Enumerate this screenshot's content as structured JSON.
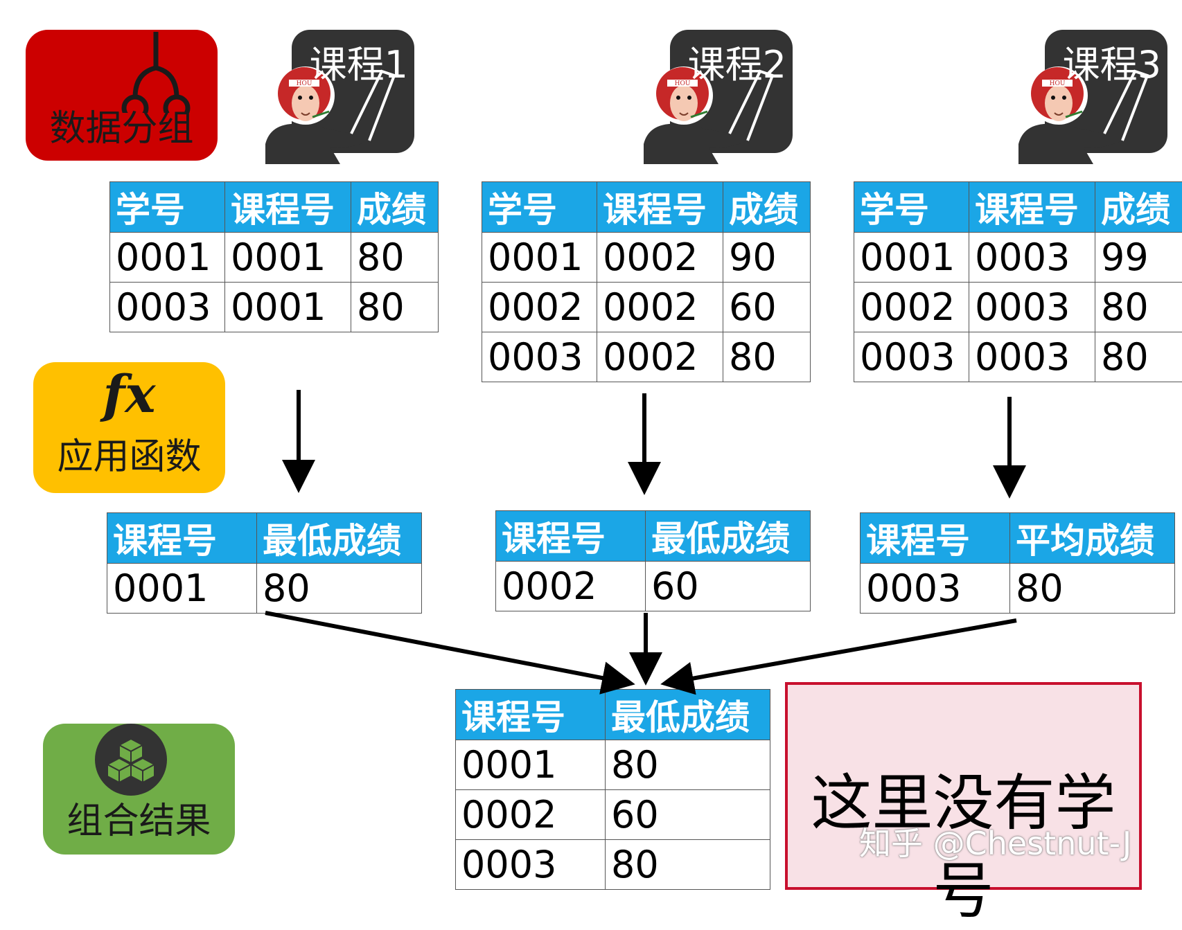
{
  "steps": {
    "group": {
      "label": "数据分组",
      "icon": "split-icon",
      "color": "#cc0000"
    },
    "apply": {
      "label": "应用函数",
      "symbol": "fx",
      "icon": "function-icon",
      "color": "#ffc000"
    },
    "combine": {
      "label": "组合结果",
      "icon": "cubes-icon",
      "color": "#70ad47"
    }
  },
  "courses": [
    {
      "label": "课程1"
    },
    {
      "label": "课程2"
    },
    {
      "label": "课程3"
    }
  ],
  "badge_text": "HOU",
  "group_tables": [
    {
      "headers": [
        "学号",
        "课程号",
        "成绩"
      ],
      "rows": [
        [
          "0001",
          "0001",
          "80"
        ],
        [
          "0003",
          "0001",
          "80"
        ]
      ]
    },
    {
      "headers": [
        "学号",
        "课程号",
        "成绩"
      ],
      "rows": [
        [
          "0001",
          "0002",
          "90"
        ],
        [
          "0002",
          "0002",
          "60"
        ],
        [
          "0003",
          "0002",
          "80"
        ]
      ]
    },
    {
      "headers": [
        "学号",
        "课程号",
        "成绩"
      ],
      "rows": [
        [
          "0001",
          "0003",
          "99"
        ],
        [
          "0002",
          "0003",
          "80"
        ],
        [
          "0003",
          "0003",
          "80"
        ]
      ]
    }
  ],
  "apply_tables": [
    {
      "headers": [
        "课程号",
        "最低成绩"
      ],
      "rows": [
        [
          "0001",
          "80"
        ]
      ]
    },
    {
      "headers": [
        "课程号",
        "最低成绩"
      ],
      "rows": [
        [
          "0002",
          "60"
        ]
      ]
    },
    {
      "headers": [
        "课程号",
        "平均成绩"
      ],
      "rows": [
        [
          "0003",
          "80"
        ]
      ]
    }
  ],
  "result_table": {
    "headers": [
      "课程号",
      "最低成绩"
    ],
    "rows": [
      [
        "0001",
        "80"
      ],
      [
        "0002",
        "60"
      ],
      [
        "0003",
        "80"
      ]
    ]
  },
  "note": "这里没有学号",
  "watermark": "知乎 @Chestnut-J",
  "colors": {
    "header": "#1ba6e6",
    "note_border": "#c8102e",
    "note_bg": "#f8e1e6",
    "dark": "#333333"
  }
}
